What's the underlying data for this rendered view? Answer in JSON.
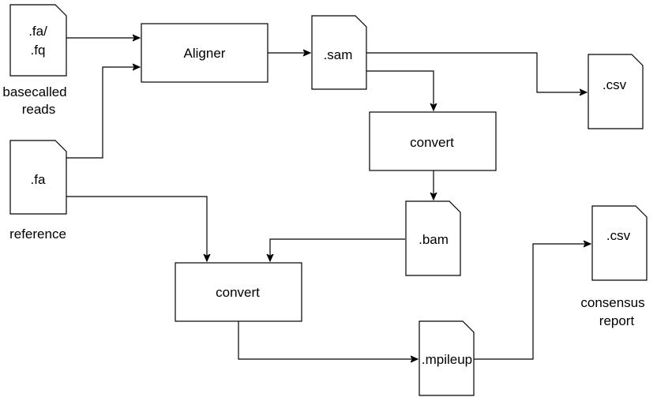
{
  "nodes": {
    "fa_fq_file": {
      "lines": [
        ".fa/",
        ".fq"
      ]
    },
    "basecalled_reads_label": {
      "lines": [
        "basecalled",
        "reads"
      ]
    },
    "aligner_box": {
      "label": "Aligner"
    },
    "sam_file": {
      "label": ".sam"
    },
    "csv_file_top": {
      "label": ".csv"
    },
    "convert_box_top": {
      "label": "convert"
    },
    "fa_reference_file": {
      "label": ".fa"
    },
    "reference_label": {
      "label": "reference"
    },
    "bam_file": {
      "label": ".bam"
    },
    "convert_box_bottom": {
      "label": "convert"
    },
    "mpileup_file": {
      "label": ".mpileup"
    },
    "csv_file_bottom": {
      "label": ".csv"
    },
    "consensus_report_label": {
      "lines": [
        "consensus",
        "report"
      ]
    }
  }
}
